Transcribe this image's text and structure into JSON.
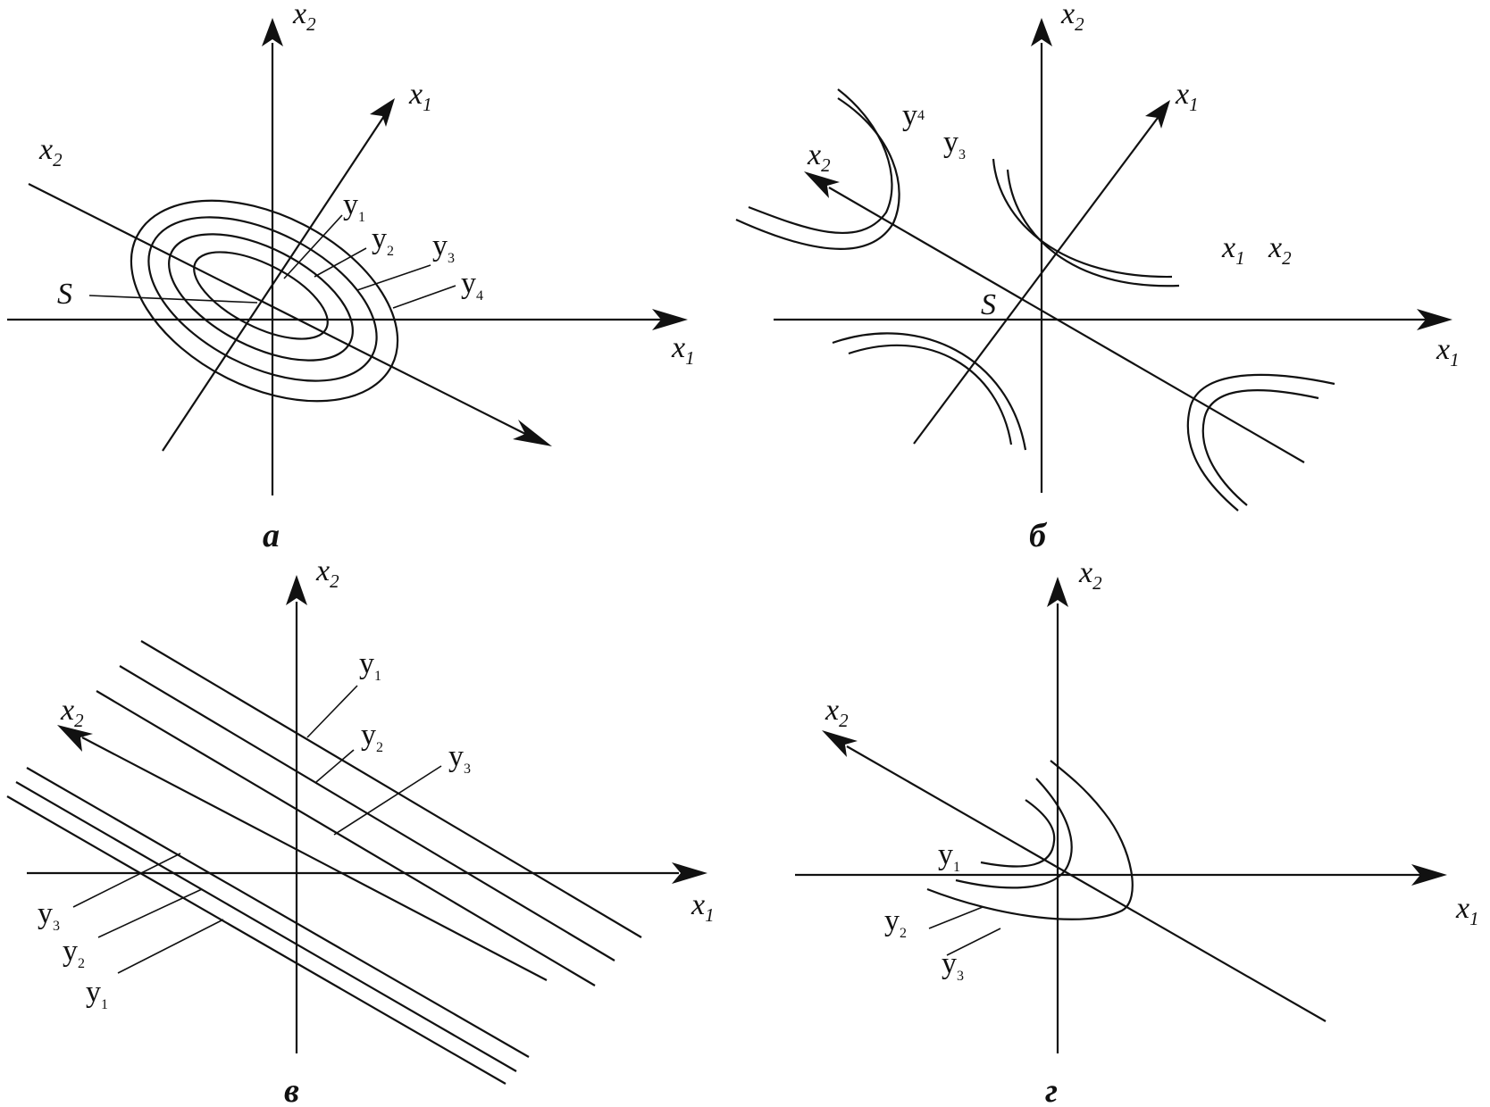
{
  "panels": {
    "a": {
      "caption": "а",
      "axis_x": {
        "main": "x",
        "sub": "1"
      },
      "axis_y": {
        "main": "x",
        "sub": "2"
      },
      "rot_x": {
        "main": "x",
        "sub": "1"
      },
      "rot_y": {
        "main": "x",
        "sub": "2"
      },
      "levels": [
        {
          "main": "у",
          "sub": "1"
        },
        {
          "main": "у",
          "sub": "2"
        },
        {
          "main": "у",
          "sub": "3"
        },
        {
          "main": "у",
          "sub": "4"
        }
      ],
      "center": "S"
    },
    "b": {
      "caption": "б",
      "axis_x": {
        "main": "x",
        "sub": "1"
      },
      "axis_y": {
        "main": "x",
        "sub": "2"
      },
      "rot_x": {
        "main": "x",
        "sub": "1"
      },
      "rot_y": {
        "main": "x",
        "sub": "2"
      },
      "levels": [
        {
          "main": "у",
          "sub": "4"
        },
        {
          "main": "у",
          "sub": "3"
        }
      ],
      "note": [
        {
          "main": "x",
          "sub": "1"
        },
        {
          "main": "x",
          "sub": "2"
        }
      ],
      "center": "S"
    },
    "c": {
      "caption": "в",
      "axis_x": {
        "main": "x",
        "sub": "1"
      },
      "axis_y": {
        "main": "x",
        "sub": "2"
      },
      "rot_y": {
        "main": "x",
        "sub": "2"
      },
      "levels_upper": [
        {
          "main": "у",
          "sub": "1"
        },
        {
          "main": "у",
          "sub": "2"
        },
        {
          "main": "у",
          "sub": "3"
        }
      ],
      "levels_lower": [
        {
          "main": "у",
          "sub": "3"
        },
        {
          "main": "у",
          "sub": "2"
        },
        {
          "main": "у",
          "sub": "1"
        }
      ]
    },
    "d": {
      "caption": "г",
      "axis_x": {
        "main": "x",
        "sub": "1"
      },
      "axis_y": {
        "main": "x",
        "sub": "2"
      },
      "rot_y": {
        "main": "x",
        "sub": "2"
      },
      "levels": [
        {
          "main": "у",
          "sub": "1"
        },
        {
          "main": "у",
          "sub": "2"
        },
        {
          "main": "у",
          "sub": "3"
        }
      ]
    }
  }
}
